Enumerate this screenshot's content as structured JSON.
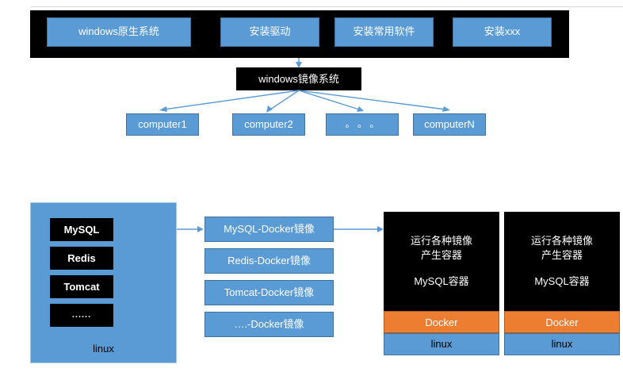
{
  "diagram": {
    "title": "windows image system vs docker image diagram",
    "colors": {
      "blue": "#5b9bd5",
      "blue_border": "#41719c",
      "black": "#000000",
      "orange": "#ed7d31",
      "white": "#ffffff",
      "topline_gray": "#d9d9d9"
    }
  },
  "top_section": {
    "steps": [
      {
        "label": "windows原生系统"
      },
      {
        "label": "安装驱动"
      },
      {
        "label": "安装常用软件"
      },
      {
        "label": "安装xxx"
      }
    ],
    "image_system": {
      "label": "windows镜像系统"
    },
    "computers": [
      {
        "label": "computer1"
      },
      {
        "label": "computer2"
      },
      {
        "label": "。 。 。"
      },
      {
        "label": "computerN"
      }
    ]
  },
  "bottom_section": {
    "linux_panel": {
      "apps": [
        {
          "label": "MySQL"
        },
        {
          "label": "Redis"
        },
        {
          "label": "Tomcat"
        },
        {
          "label": "......"
        }
      ],
      "os_label": "linux"
    },
    "docker_images": [
      {
        "label": "MySQL-Docker镜像"
      },
      {
        "label": "Redis-Docker镜像"
      },
      {
        "label": "Tomcat-Docker镜像"
      },
      {
        "label": "….-Docker镜像"
      }
    ],
    "hosts": [
      {
        "run_note_line1": "运行各种镜像",
        "run_note_line2": "产生容器",
        "container_label": "MySQL容器",
        "engine_label": "Docker",
        "os_label": "linux"
      },
      {
        "run_note_line1": "运行各种镜像",
        "run_note_line2": "产生容器",
        "container_label": "MySQL容器",
        "engine_label": "Docker",
        "os_label": "linux"
      }
    ]
  }
}
